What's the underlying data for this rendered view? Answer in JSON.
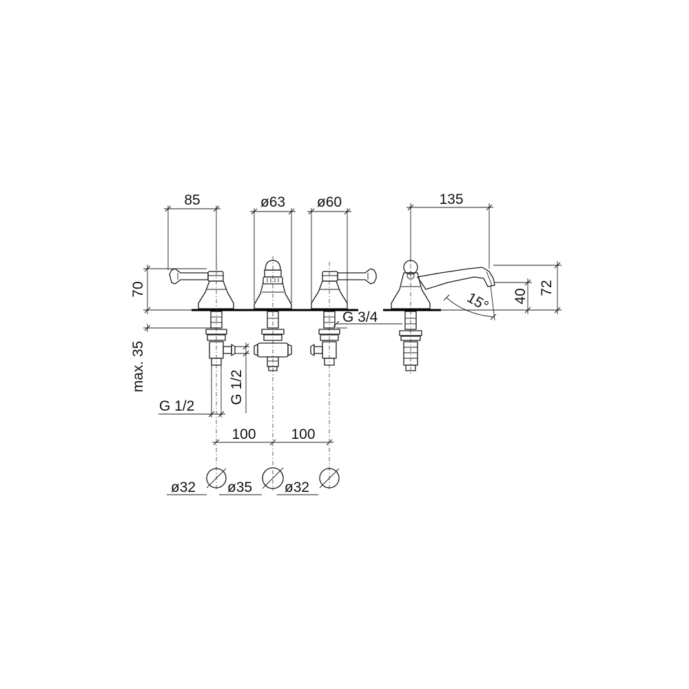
{
  "dimensions": {
    "lever_width": "85",
    "spout_diameter": "ø63",
    "handle_diameter": "ø60",
    "tub_spout_reach": "135",
    "handle_height": "70",
    "max_deck_thickness": "max. 35",
    "deck_connection": "G 3/4",
    "inlet_thread_left": "G 1/2",
    "inlet_thread_vertical": "G 1/2",
    "spacing_left": "100",
    "spacing_right": "100",
    "hole_left": "ø32",
    "hole_center": "ø35",
    "hole_right": "ø32",
    "spout_angle": "15°",
    "spout_height": "40",
    "total_height": "72"
  }
}
